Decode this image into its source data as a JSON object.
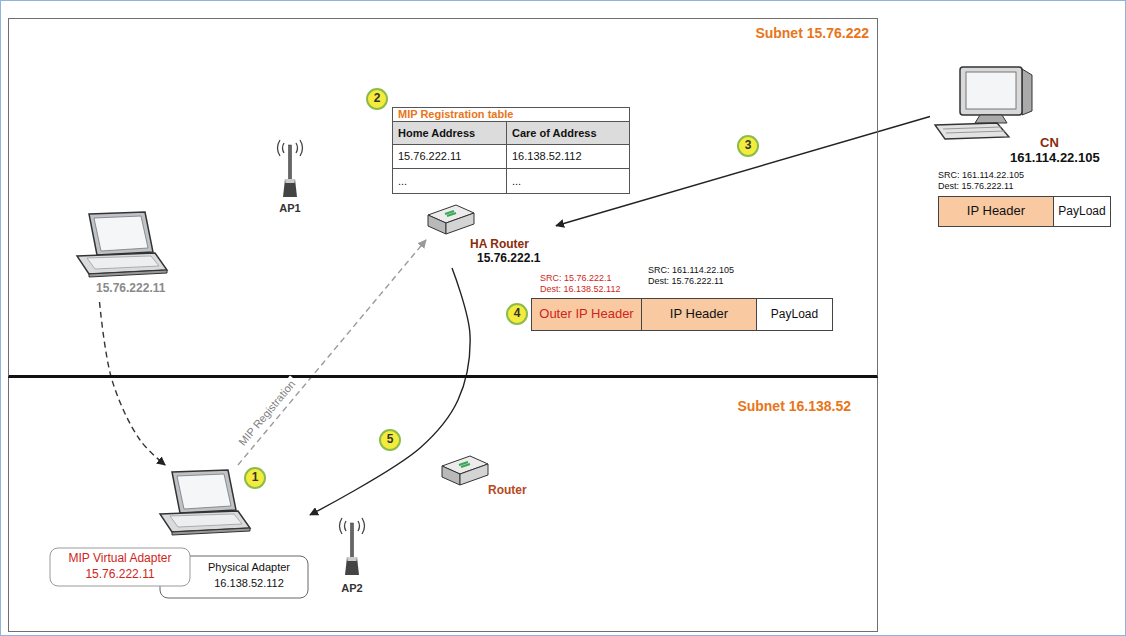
{
  "diagram": {
    "nodes": [
      {
        "text": [
          "Subnet 15.76.222"
        ]
      },
      {
        "text": [
          "Subnet 16.138.52"
        ]
      },
      {
        "text": [
          "15.76.222.11"
        ],
        "in": 0
      },
      {
        "text": [
          "MIP Registration table",
          "Home Address",
          "Care of Address",
          "15.76.222.11",
          "16.138.52.112",
          "...",
          "..."
        ],
        "in": 0
      },
      {
        "text": [
          "AP1"
        ],
        "in": 0
      },
      {
        "text": [
          "HA Router",
          "15.76.222.1"
        ],
        "in": 0
      },
      {
        "text": [
          "Outer IP Header",
          "IP Header",
          "PayLoad"
        ],
        "in": 0
      },
      {
        "text": [
          "CN",
          "161.114.22.105"
        ]
      },
      {
        "text": [
          "IP Header",
          "PayLoad"
        ]
      },
      {
        "text": [
          "MIP Virtual Adapter",
          "15.76.222.11",
          "Physical Adapter",
          "16.138.52.112"
        ],
        "in": 1
      },
      {
        "text": [
          "AP2"
        ],
        "in": 1
      },
      {
        "text": [
          "Router"
        ],
        "in": 1
      }
    ],
    "edges": [
      {
        "from": 9,
        "to": 5,
        "arrow": "to",
        "label": "MIP Registration"
      },
      {
        "from": 2,
        "to": 9,
        "arrow": "to"
      },
      {
        "from": 7,
        "to": 5,
        "arrow": "to"
      },
      {
        "from": 5,
        "to": 9,
        "arrow": "to"
      }
    ],
    "labels": [
      "2",
      "3",
      "SRC: 161.114.22.105",
      "Dest: 15.76.222.11",
      "SRC: 15.76.222.1",
      "Dest: 16.138.52.112",
      "SRC: 161.114.22.105",
      "Dest: 15.76.222.11",
      "4",
      "5",
      "1"
    ]
  }
}
